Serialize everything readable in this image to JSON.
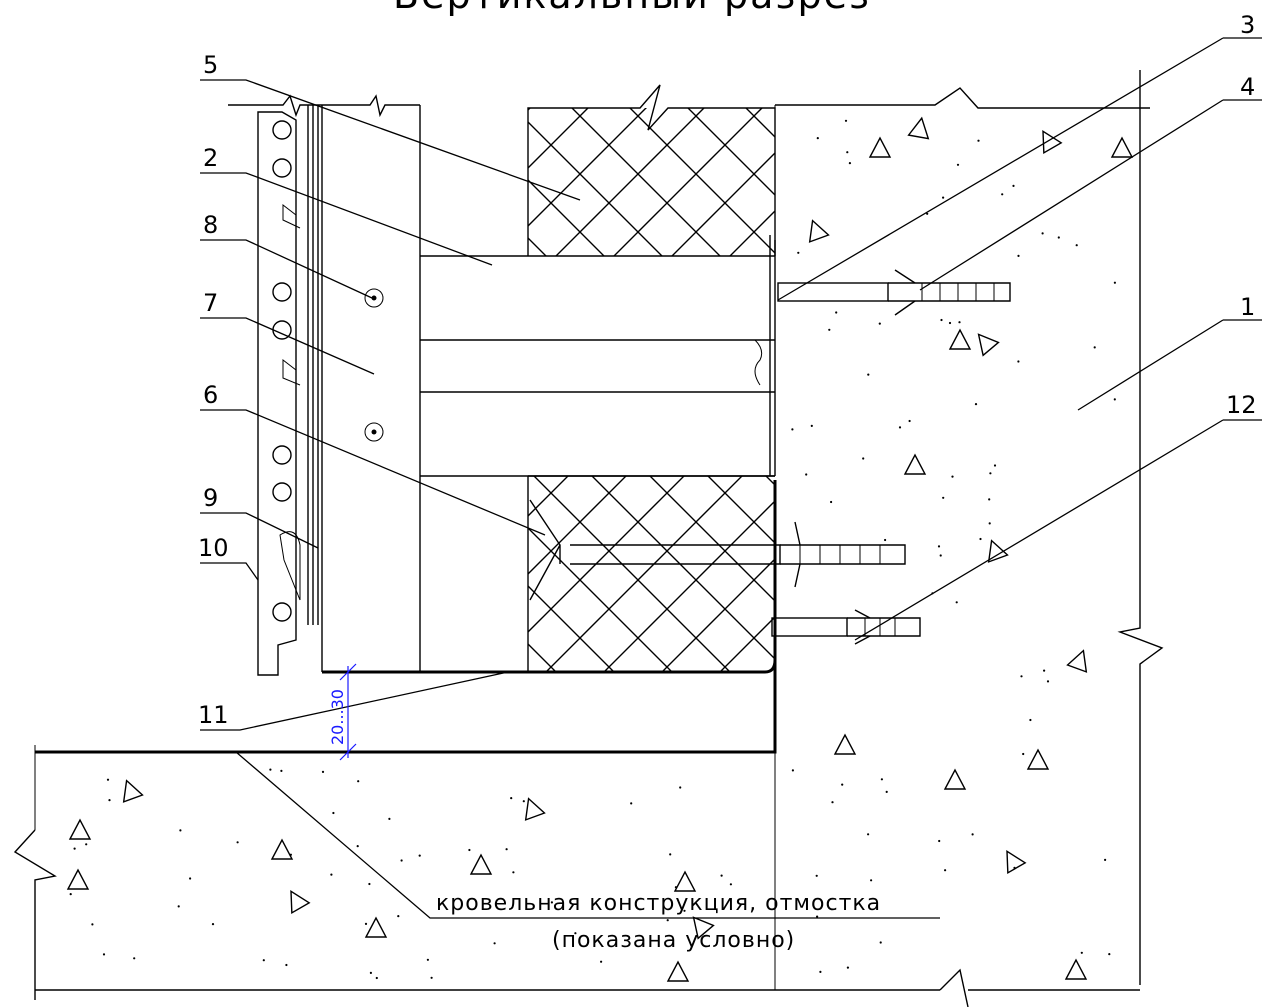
{
  "title": "Вертикальный разрез",
  "callouts": [
    "1",
    "2",
    "3",
    "4",
    "5",
    "6",
    "7",
    "8",
    "9",
    "10",
    "11",
    "12"
  ],
  "dimension": "20...30",
  "note": {
    "line1": "кровельная конструкция, отмостка",
    "line2": "(показана условно)"
  }
}
